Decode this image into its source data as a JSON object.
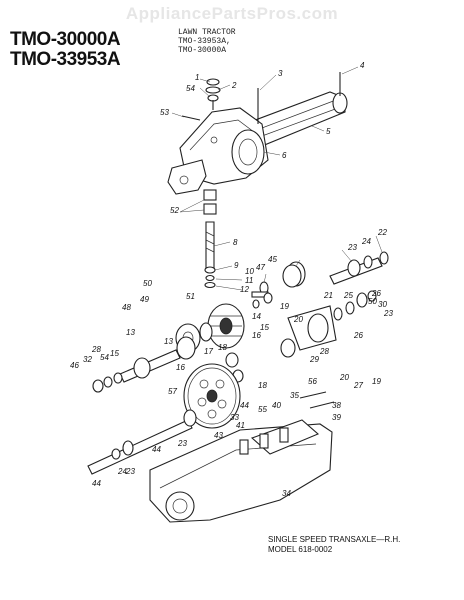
{
  "watermark": "AppliancePartsPros.com",
  "header": {
    "model_1": "TMO-30000A",
    "model_2": "TMO-33953A",
    "small_line_1": "LAWN TRACTOR",
    "small_line_2": "TMO-33953A,",
    "small_line_3": "TMO-30000A"
  },
  "caption": {
    "line_1": "SINGLE SPEED TRANSAXLE—R.H.",
    "line_2": "MODEL 618-0002"
  },
  "callouts": [
    {
      "id": "c1",
      "label": "1"
    },
    {
      "id": "c2",
      "label": "2"
    },
    {
      "id": "c3",
      "label": "3"
    },
    {
      "id": "c4",
      "label": "4"
    },
    {
      "id": "c5",
      "label": "5"
    },
    {
      "id": "c6",
      "label": "6"
    },
    {
      "id": "c8",
      "label": "8"
    },
    {
      "id": "c9",
      "label": "9"
    },
    {
      "id": "c10",
      "label": "10"
    },
    {
      "id": "c11",
      "label": "11"
    },
    {
      "id": "c12",
      "label": "12"
    },
    {
      "id": "c13a",
      "label": "13"
    },
    {
      "id": "c13b",
      "label": "13"
    },
    {
      "id": "c14",
      "label": "14"
    },
    {
      "id": "c15a",
      "label": "15"
    },
    {
      "id": "c15b",
      "label": "15"
    },
    {
      "id": "c16a",
      "label": "16"
    },
    {
      "id": "c16b",
      "label": "16"
    },
    {
      "id": "c17",
      "label": "17"
    },
    {
      "id": "c18a",
      "label": "18"
    },
    {
      "id": "c18b",
      "label": "18"
    },
    {
      "id": "c19a",
      "label": "19"
    },
    {
      "id": "c19b",
      "label": "19"
    },
    {
      "id": "c20a",
      "label": "20"
    },
    {
      "id": "c20b",
      "label": "20"
    },
    {
      "id": "c21",
      "label": "21"
    },
    {
      "id": "c22",
      "label": "22"
    },
    {
      "id": "c23a",
      "label": "23"
    },
    {
      "id": "c23b",
      "label": "23"
    },
    {
      "id": "c23c",
      "label": "23"
    },
    {
      "id": "c23d",
      "label": "23"
    },
    {
      "id": "c24a",
      "label": "24"
    },
    {
      "id": "c24b",
      "label": "24"
    },
    {
      "id": "c25",
      "label": "25"
    },
    {
      "id": "c26a",
      "label": "26"
    },
    {
      "id": "c26b",
      "label": "26"
    },
    {
      "id": "c27",
      "label": "27"
    },
    {
      "id": "c28a",
      "label": "28"
    },
    {
      "id": "c28b",
      "label": "28"
    },
    {
      "id": "c29",
      "label": "29"
    },
    {
      "id": "c30",
      "label": "30"
    },
    {
      "id": "c32",
      "label": "32"
    },
    {
      "id": "c33",
      "label": "33"
    },
    {
      "id": "c34",
      "label": "34"
    },
    {
      "id": "c35",
      "label": "35"
    },
    {
      "id": "c38",
      "label": "38"
    },
    {
      "id": "c39",
      "label": "39"
    },
    {
      "id": "c40",
      "label": "40"
    },
    {
      "id": "c41",
      "label": "41"
    },
    {
      "id": "c43",
      "label": "43"
    },
    {
      "id": "c44a",
      "label": "44"
    },
    {
      "id": "c44b",
      "label": "44"
    },
    {
      "id": "c44c",
      "label": "44"
    },
    {
      "id": "c45",
      "label": "45"
    },
    {
      "id": "c46",
      "label": "46"
    },
    {
      "id": "c47",
      "label": "47"
    },
    {
      "id": "c48",
      "label": "48"
    },
    {
      "id": "c49",
      "label": "49"
    },
    {
      "id": "c50a",
      "label": "50"
    },
    {
      "id": "c50b",
      "label": "50"
    },
    {
      "id": "c51",
      "label": "51"
    },
    {
      "id": "c52",
      "label": "52"
    },
    {
      "id": "c53",
      "label": "53"
    },
    {
      "id": "c54a",
      "label": "54"
    },
    {
      "id": "c54b",
      "label": "54"
    },
    {
      "id": "c55",
      "label": "55"
    },
    {
      "id": "c56",
      "label": "56"
    },
    {
      "id": "c57",
      "label": "57"
    }
  ]
}
